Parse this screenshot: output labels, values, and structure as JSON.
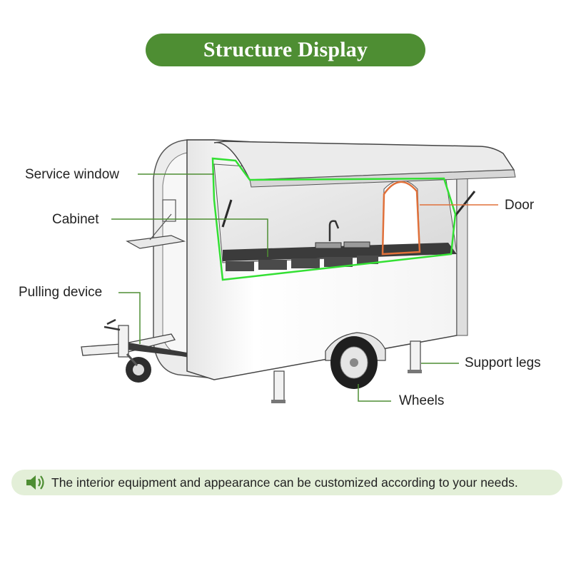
{
  "title": "Structure Display",
  "labels": {
    "service_window": "Service window",
    "cabinet": "Cabinet",
    "pulling_device": "Pulling device",
    "door": "Door",
    "support_legs": "Support legs",
    "wheels": "Wheels"
  },
  "footer_note": "The interior equipment and appearance can be customized according to your needs.",
  "colors": {
    "brand_green": "#4e8e33",
    "highlight_green": "#33e033",
    "door_orange": "#e0703a",
    "footer_bg": "#e3efd8"
  },
  "icons": {
    "footer": "speaker-icon"
  }
}
